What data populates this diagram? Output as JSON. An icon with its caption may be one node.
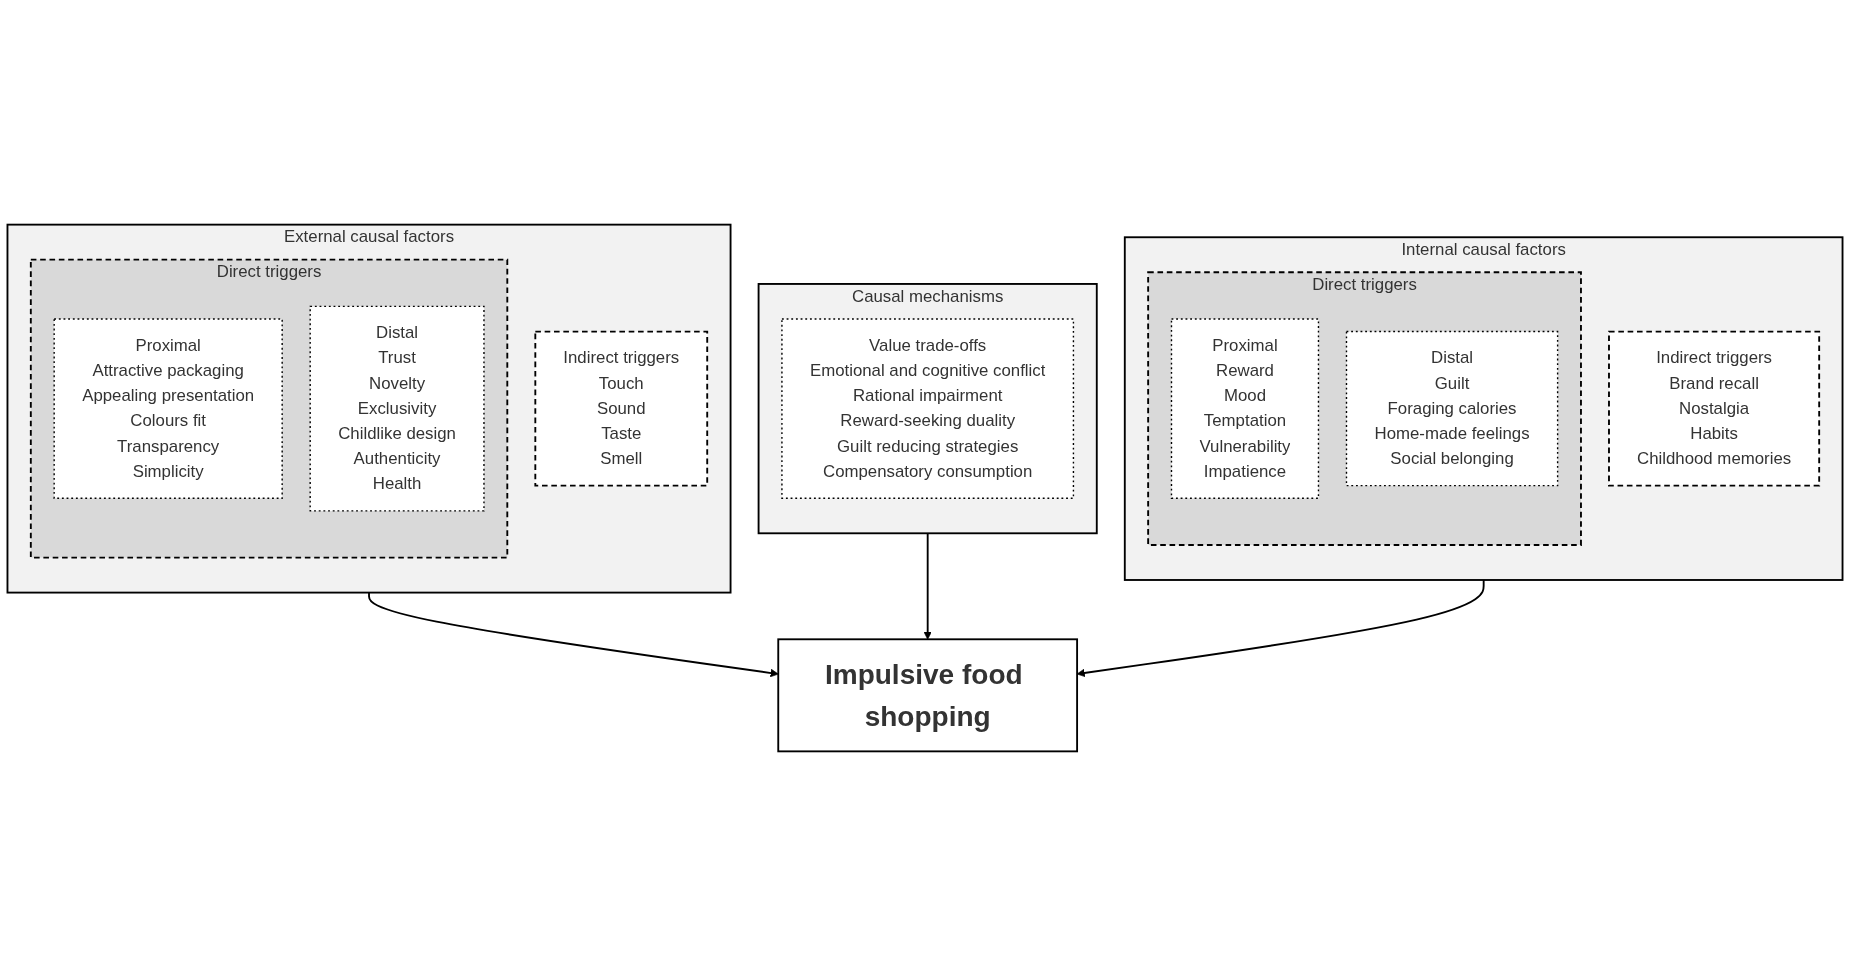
{
  "diagram": {
    "nodes": [
      {
        "text": [
          "External causal factors"
        ]
      },
      {
        "text": [
          "Direct triggers"
        ],
        "in": 0
      },
      {
        "text": [
          "Proximal",
          "Attractive packaging",
          "Appealing presentation",
          "Colours fit",
          "Transparency",
          "Simplicity"
        ],
        "in": 1
      },
      {
        "text": [
          "Distal",
          "Trust",
          "Novelty",
          "Exclusivity",
          "Childlike design",
          "Authenticity",
          "Health"
        ],
        "in": 1
      },
      {
        "text": [
          "Indirect triggers",
          "Touch",
          "Sound",
          "Taste",
          "Smell"
        ],
        "in": 0
      },
      {
        "text": [
          "Causal mechanisms"
        ]
      },
      {
        "text": [
          "Value trade-offs",
          "Emotional and cognitive conflict",
          "Rational impairment",
          "Reward-seeking duality",
          "Guilt reducing strategies",
          "Compensatory consumption"
        ],
        "in": 5
      },
      {
        "text": [
          "Impulsive food shopping"
        ]
      },
      {
        "text": [
          "Internal causal factors"
        ]
      },
      {
        "text": [
          "Direct triggers"
        ],
        "in": 8
      },
      {
        "text": [
          "Proximal",
          "Reward",
          "Mood",
          "Temptation",
          "Vulnerability",
          "Impatience"
        ],
        "in": 9
      },
      {
        "text": [
          "Distal",
          "Guilt",
          "Foraging calories",
          "Home-made feelings",
          "Social belonging"
        ],
        "in": 9
      },
      {
        "text": [
          "Indirect triggers",
          "Brand recall",
          "Nostalgia",
          "Habits",
          "Childhood memories"
        ],
        "in": 8
      }
    ],
    "edges": [
      {
        "from": 0,
        "to": 7,
        "arrow": "to"
      },
      {
        "from": 5,
        "to": 7,
        "arrow": "to"
      },
      {
        "from": 8,
        "to": 7,
        "arrow": "to"
      }
    ]
  }
}
